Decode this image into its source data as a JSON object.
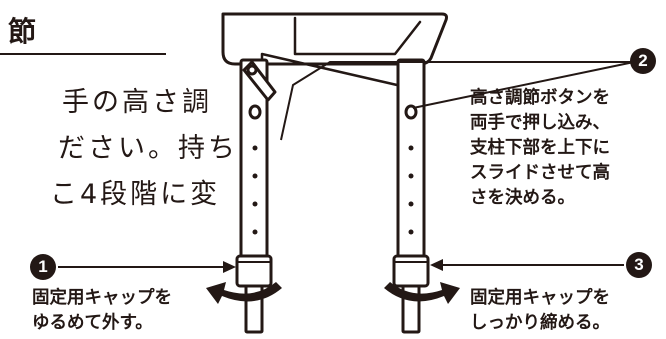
{
  "heading": "節",
  "body_lines": [
    "手の高さ調",
    "ださい。持ち",
    "こ4段階に変"
  ],
  "callouts": [
    {
      "number": "1",
      "lines": [
        "固定用キャップを",
        "ゆるめて外す。"
      ]
    },
    {
      "number": "2",
      "lines": [
        "高さ調節ボタンを",
        "両手で押し込み、",
        "支柱下部を上下に",
        "スライドさせて高",
        "さを決める。"
      ]
    },
    {
      "number": "3",
      "lines": [
        "固定用キャップを",
        "しっかり締める。"
      ]
    }
  ],
  "colors": {
    "ink": "#231815",
    "paper": "#ffffff"
  }
}
